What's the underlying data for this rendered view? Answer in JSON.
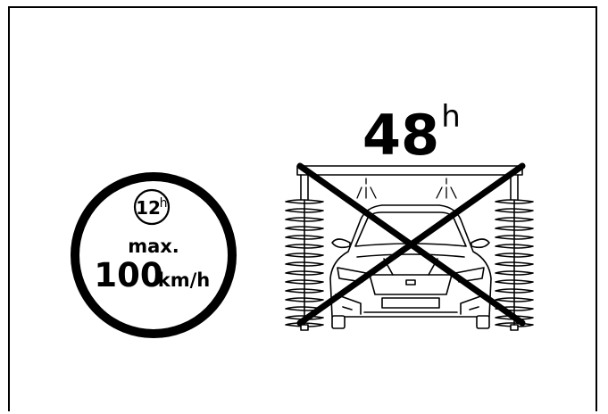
{
  "speed_sign": {
    "hours_number": "12",
    "hours_unit": "h",
    "max_label": "max.",
    "speed_value": "100",
    "speed_unit": "km/h"
  },
  "car_wash": {
    "hours_number": "48",
    "hours_unit": "h"
  },
  "colors": {
    "ink": "#000000",
    "background": "#ffffff"
  }
}
